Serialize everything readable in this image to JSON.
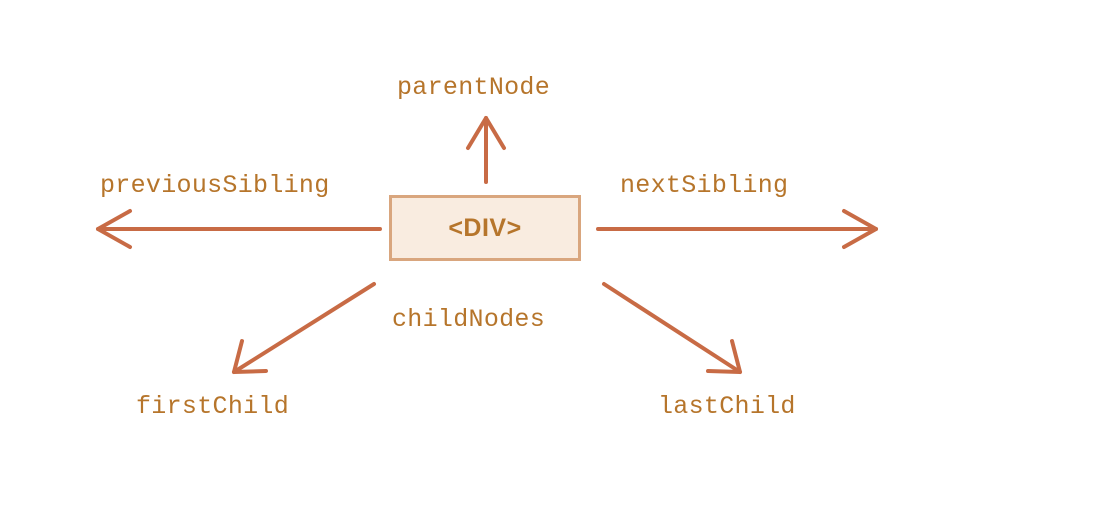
{
  "colors": {
    "text": "#b6752b",
    "arrow": "#c86b45",
    "box_border": "#d9a67e",
    "box_fill": "#f9ece0"
  },
  "node": {
    "label": "<DIV>"
  },
  "labels": {
    "parent": "parentNode",
    "previous": "previousSibling",
    "next": "nextSibling",
    "children": "childNodes",
    "first": "firstChild",
    "last": "lastChild"
  }
}
